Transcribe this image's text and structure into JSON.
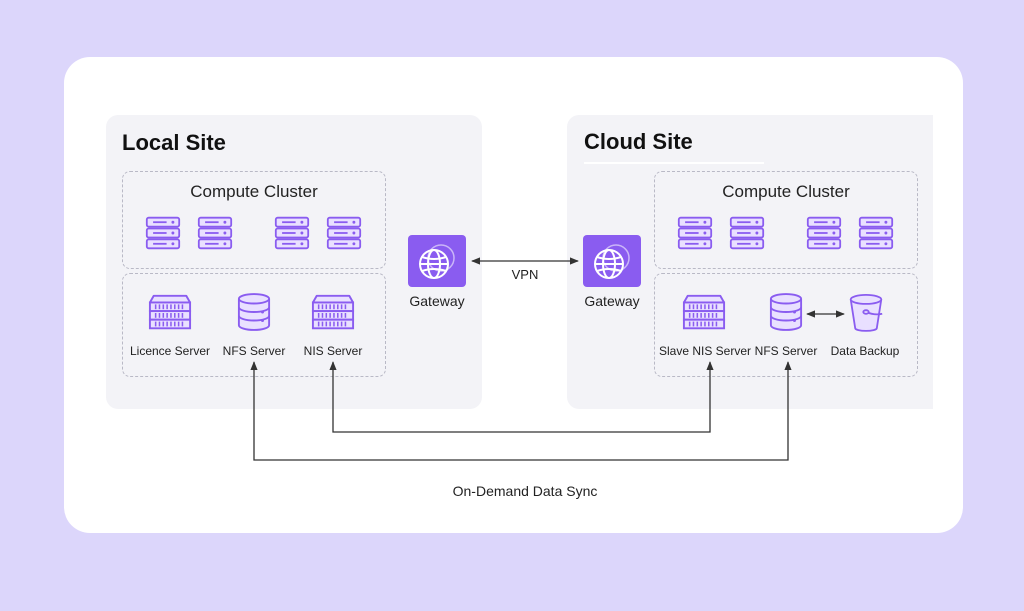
{
  "local_site": {
    "title": "Local Site",
    "compute_cluster": {
      "title": "Compute Cluster"
    },
    "services": [
      "Licence Server",
      "NFS Server",
      "NIS Server"
    ],
    "gateway": "Gateway"
  },
  "cloud_site": {
    "title": "Cloud Site",
    "compute_cluster": {
      "title": "Compute Cluster"
    },
    "services": [
      "Slave NIS Server",
      "NFS Server",
      "Data Backup"
    ],
    "gateway": "Gateway"
  },
  "vpn_label": "VPN",
  "sync_label": "On-Demand Data Sync",
  "colors": {
    "background": "#dcd6fb",
    "accent": "#8a5cf0",
    "icon_fill": "#e9e0ff",
    "line": "#333333"
  },
  "icons": {
    "server": "server-rack-icon",
    "database": "database-icon",
    "bucket": "storage-bucket-icon",
    "gateway": "globe-network-icon"
  }
}
